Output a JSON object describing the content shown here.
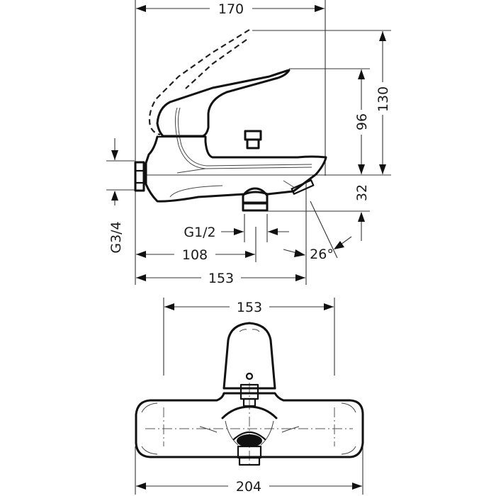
{
  "drawing": {
    "title": "Bath mixer dimensional drawing",
    "views": [
      "side-view",
      "top-view"
    ]
  },
  "side_view": {
    "dimensions": {
      "overall_length": "170",
      "total_height": "130",
      "handle_height": "96",
      "spout_drop": "32",
      "inlet_thread": "G3/4",
      "outlet_thread": "G1/2",
      "outlet_distance": "108",
      "spout_reach": "153",
      "spout_angle": "26°"
    }
  },
  "top_view": {
    "dimensions": {
      "connection_centers": "153",
      "overall_width": "204"
    }
  },
  "colors": {
    "line": "#111111",
    "background": "#ffffff"
  }
}
